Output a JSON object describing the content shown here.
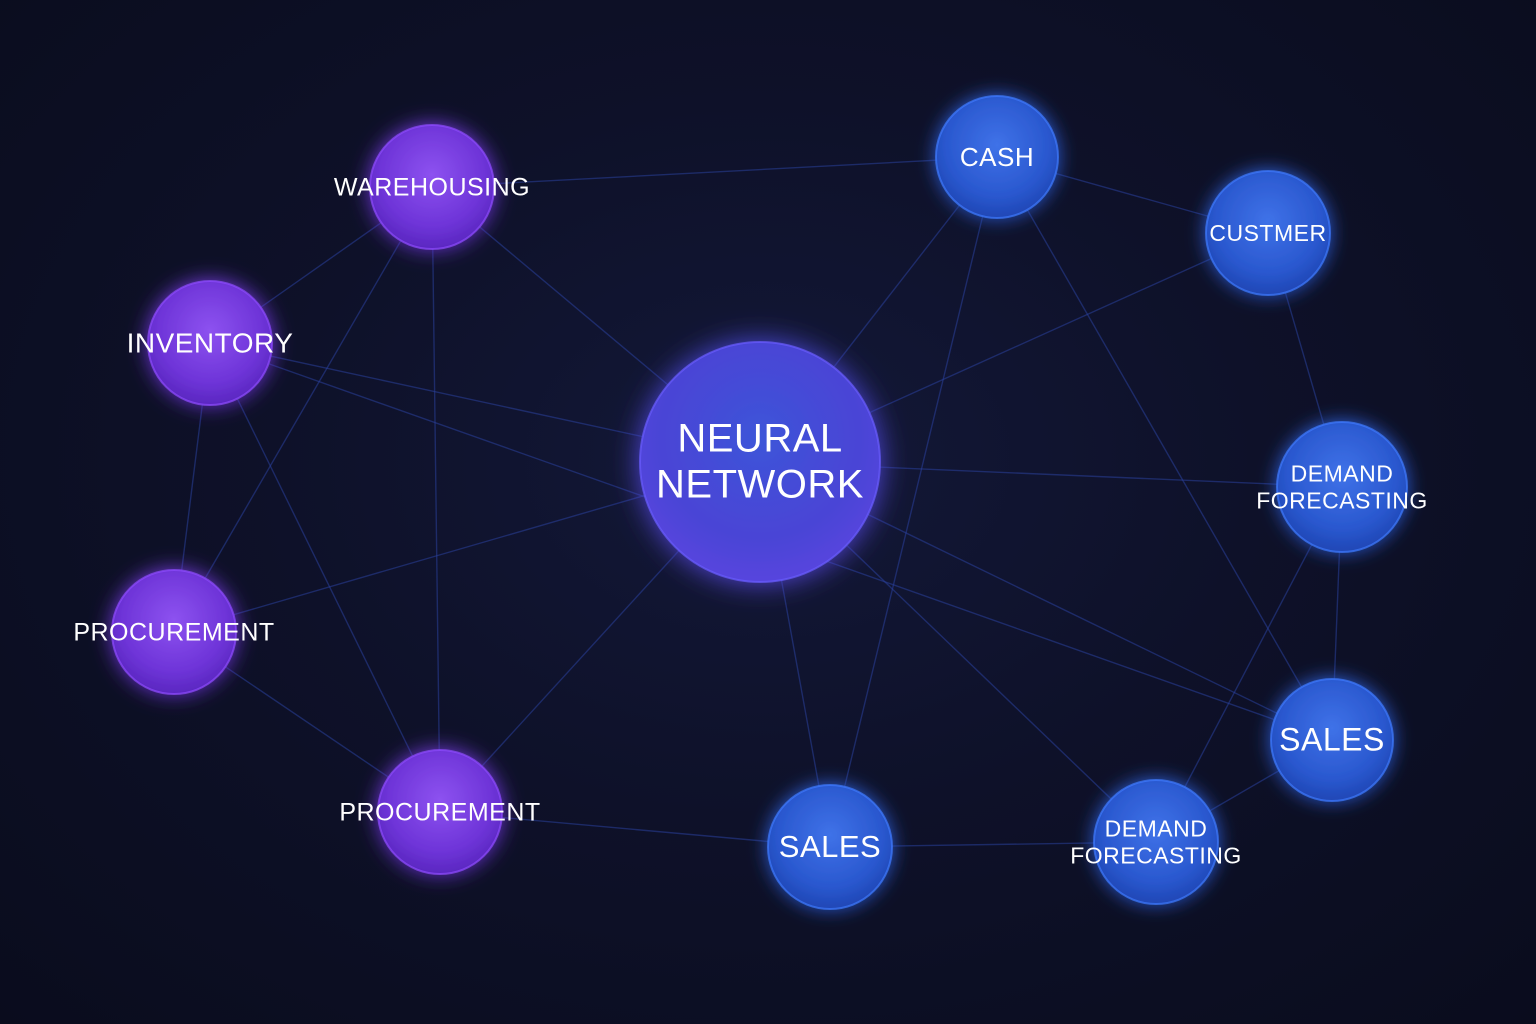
{
  "colors": {
    "background": "#0d1024",
    "edge": "#2a3f9a",
    "purple_node": "#7a3fe0",
    "purple_glow": "#8e4cff",
    "blue_node": "#2f5fd8",
    "blue_glow": "#3f7bff",
    "center_node": "#4a48d8",
    "label": "#ffffff"
  },
  "nodes": [
    {
      "id": "center",
      "label_lines": [
        "NEURAL",
        "NETWORK"
      ],
      "group": "center"
    },
    {
      "id": "warehousing",
      "label_lines": [
        "WAREHOUSING"
      ],
      "group": "purple"
    },
    {
      "id": "inventory",
      "label_lines": [
        "INVENTORY"
      ],
      "group": "purple"
    },
    {
      "id": "procurement1",
      "label_lines": [
        "PROCUREMENT"
      ],
      "group": "purple"
    },
    {
      "id": "procurement2",
      "label_lines": [
        "PROCUREMENT"
      ],
      "group": "purple"
    },
    {
      "id": "cash",
      "label_lines": [
        "CASH"
      ],
      "group": "blue"
    },
    {
      "id": "custmer",
      "label_lines": [
        "CUSTMER"
      ],
      "group": "blue"
    },
    {
      "id": "demand1",
      "label_lines": [
        "DEMAND",
        "FORECASTING"
      ],
      "group": "blue"
    },
    {
      "id": "sales1",
      "label_lines": [
        "SALES"
      ],
      "group": "blue"
    },
    {
      "id": "demand2",
      "label_lines": [
        "DEMAND",
        "FORECASTING"
      ],
      "group": "blue"
    },
    {
      "id": "sales2",
      "label_lines": [
        "SALES"
      ],
      "group": "blue"
    }
  ],
  "edges": [
    [
      "warehousing",
      "inventory"
    ],
    [
      "warehousing",
      "procurement2"
    ],
    [
      "warehousing",
      "center"
    ],
    [
      "warehousing",
      "cash"
    ],
    [
      "warehousing",
      "procurement1"
    ],
    [
      "inventory",
      "procurement1"
    ],
    [
      "inventory",
      "center"
    ],
    [
      "inventory",
      "procurement2"
    ],
    [
      "procurement1",
      "procurement2"
    ],
    [
      "procurement1",
      "center"
    ],
    [
      "procurement2",
      "center"
    ],
    [
      "procurement2",
      "sales2"
    ],
    [
      "center",
      "cash"
    ],
    [
      "center",
      "sales2"
    ],
    [
      "center",
      "demand2"
    ],
    [
      "center",
      "demand1"
    ],
    [
      "center",
      "sales1"
    ],
    [
      "cash",
      "custmer"
    ],
    [
      "cash",
      "sales2"
    ],
    [
      "cash",
      "sales1"
    ],
    [
      "custmer",
      "demand1"
    ],
    [
      "custmer",
      "center"
    ],
    [
      "demand1",
      "sales1"
    ],
    [
      "demand1",
      "demand2"
    ],
    [
      "sales1",
      "demand2"
    ],
    [
      "sales2",
      "demand2"
    ],
    [
      "inventory",
      "sales1"
    ]
  ]
}
